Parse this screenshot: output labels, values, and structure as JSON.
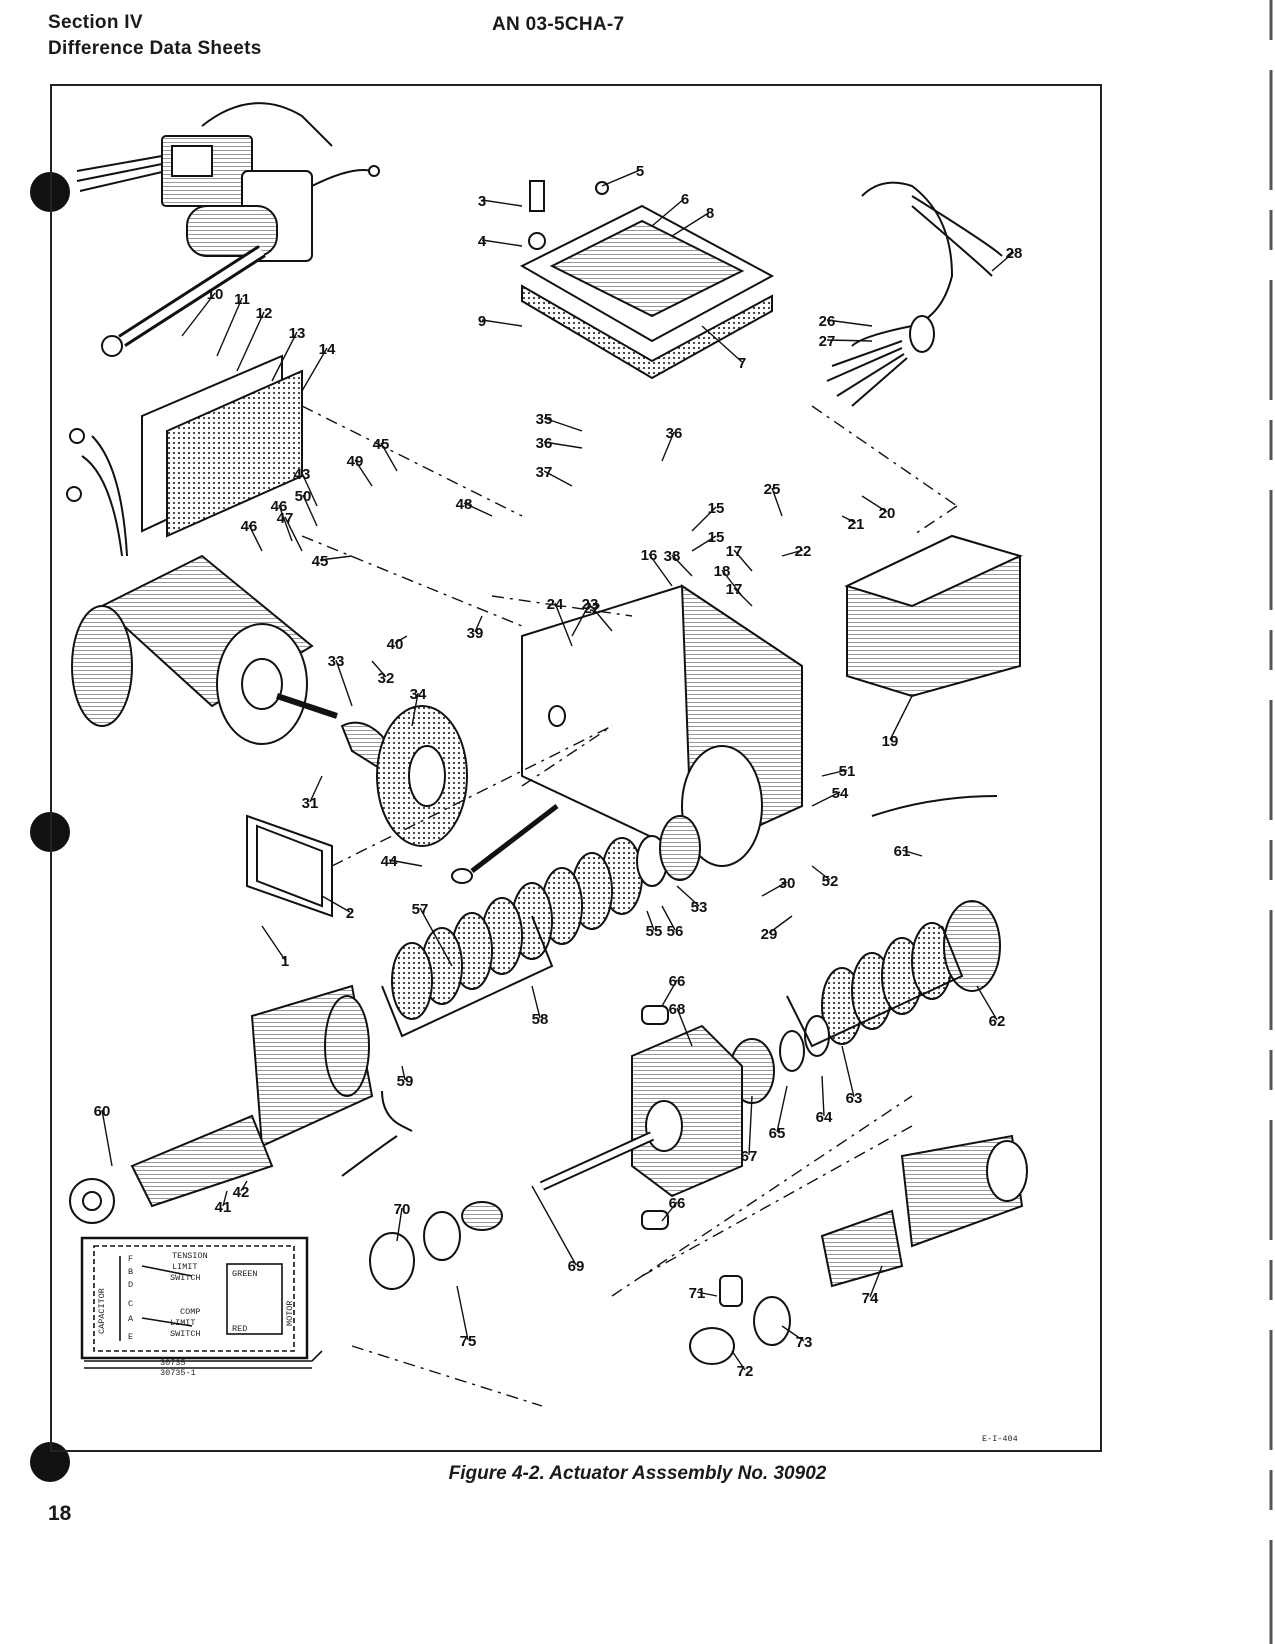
{
  "header": {
    "section": "Section IV",
    "subtitle": "Difference Data Sheets",
    "doc_number": "AN 03-5CHA-7"
  },
  "figure": {
    "caption": "Figure 4-2. Actuator Asssembly No. 30902",
    "code": "E-I-404",
    "callouts": [
      "1",
      "2",
      "3",
      "4",
      "5",
      "6",
      "7",
      "8",
      "9",
      "10",
      "11",
      "12",
      "13",
      "14",
      "15",
      "15",
      "16",
      "17",
      "17",
      "18",
      "19",
      "20",
      "21",
      "22",
      "22",
      "23",
      "24",
      "25",
      "26",
      "27",
      "28",
      "29",
      "30",
      "31",
      "32",
      "33",
      "34",
      "35",
      "36",
      "36",
      "37",
      "38",
      "39",
      "40",
      "41",
      "42",
      "43",
      "44",
      "45",
      "45",
      "46",
      "46",
      "47",
      "48",
      "49",
      "50",
      "51",
      "52",
      "53",
      "54",
      "55",
      "56",
      "57",
      "58",
      "59",
      "60",
      "61",
      "62",
      "63",
      "64",
      "65",
      "66",
      "66",
      "67",
      "68",
      "69",
      "70",
      "71",
      "72",
      "73",
      "74",
      "75"
    ]
  },
  "schematic": {
    "tension_label": "TENSION",
    "limit_label": "LIMIT",
    "switch_label": "SWITCH",
    "comp_label": "COMP",
    "comp_limit_label": "LIMIT",
    "comp_switch_label": "SWITCH",
    "green_label": "GREEN",
    "red_label": "RED",
    "motor_label": "MOTOR",
    "capacitor_label": "CAPACITOR",
    "terminals": [
      "F",
      "B",
      "D",
      "C",
      "A",
      "E"
    ],
    "part_1": "30735",
    "part_2": "30735-1"
  },
  "page_number": "18"
}
